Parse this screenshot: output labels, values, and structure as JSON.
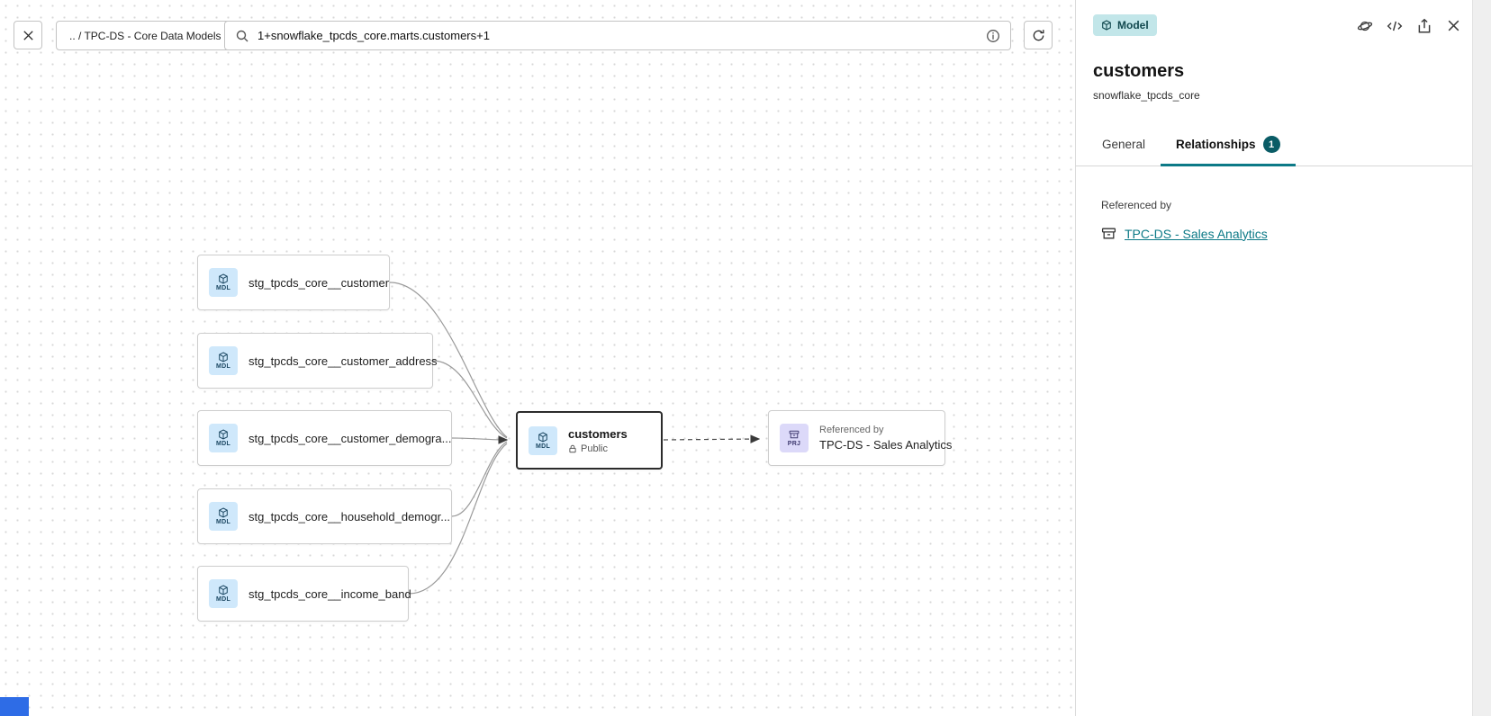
{
  "toolbar": {
    "breadcrumb": ".. / TPC-DS - Core Data Models",
    "search": {
      "value": "1+snowflake_tpcds_core.marts.customers+1"
    }
  },
  "canvas": {
    "nodes": {
      "upstream": [
        {
          "badge": "MDL",
          "label": "stg_tpcds_core__customer"
        },
        {
          "badge": "MDL",
          "label": "stg_tpcds_core__customer_address"
        },
        {
          "badge": "MDL",
          "label": "stg_tpcds_core__customer_demogra..."
        },
        {
          "badge": "MDL",
          "label": "stg_tpcds_core__household_demogr..."
        },
        {
          "badge": "MDL",
          "label": "stg_tpcds_core__income_band"
        }
      ],
      "selected": {
        "badge": "MDL",
        "title": "customers",
        "access": "Public"
      },
      "downstream": {
        "badge": "PRJ",
        "caption": "Referenced by",
        "title": "TPC-DS - Sales Analytics"
      }
    }
  },
  "panel": {
    "type_badge": "Model",
    "title": "customers",
    "subtitle": "snowflake_tpcds_core",
    "tabs": {
      "general": "General",
      "relationships": "Relationships",
      "relationships_count": "1"
    },
    "referenced_by": {
      "heading": "Referenced by",
      "link": "TPC-DS - Sales Analytics"
    }
  },
  "colors": {
    "accent_teal": "#0d7a87",
    "count_badge": "#0a5c66",
    "mdl_badge_bg": "#cfe8fb",
    "prj_badge_bg": "#dcd9f9",
    "model_badge_bg": "#c2e6e9",
    "selection_border": "#2b2b2b",
    "minimap_blue": "#2e6ce6"
  }
}
